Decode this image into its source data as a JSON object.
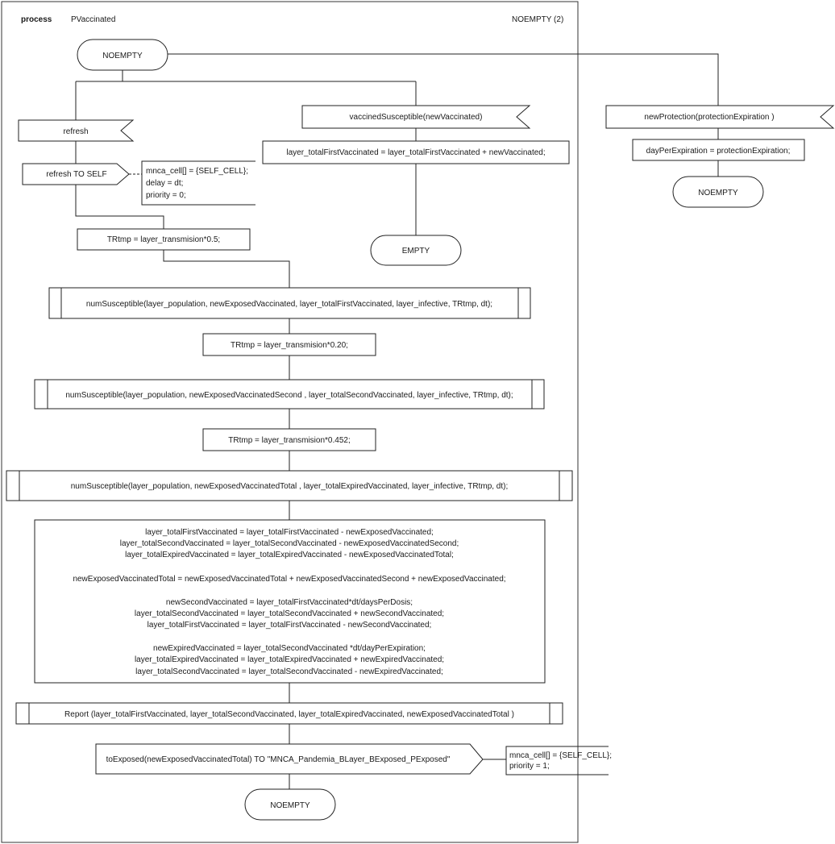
{
  "header": {
    "keyword": "process",
    "name": "PVaccinated",
    "page_ref": "NOEMPTY (2)"
  },
  "states": {
    "top": "NOEMPTY",
    "empty": "EMPTY",
    "right": "NOEMPTY",
    "bottom": "NOEMPTY"
  },
  "inputs": {
    "refresh": "refresh",
    "vaccined": "vaccinedSusceptible(newVaccinated)",
    "new_protection": "newProtection(protectionExpiration )"
  },
  "outputs": {
    "refresh_self": "refresh TO SELF",
    "to_exposed": "toExposed(newExposedVaccinatedTotal) TO \"MNCA_Pandemia_BLayer_BExposed_PExposed\""
  },
  "comments": {
    "refresh_comment": [
      "mnca_cell[] = {SELF_CELL};",
      "delay = dt;",
      "priority = 0;"
    ],
    "exposed_comment": [
      "mnca_cell[] = {SELF_CELL};",
      "priority = 1;"
    ]
  },
  "tasks": {
    "total_first": "layer_totalFirstVaccinated = layer_totalFirstVaccinated + newVaccinated;",
    "day_per_expiration": "dayPerExpiration = protectionExpiration;",
    "trtmp_1": "TRtmp  = layer_transmision*0.5;",
    "trtmp_2": "TRtmp  = layer_transmision*0.20;",
    "trtmp_3": "TRtmp  = layer_transmision*0.452;",
    "big_block": [
      "layer_totalFirstVaccinated = layer_totalFirstVaccinated - newExposedVaccinated;",
      "layer_totalSecondVaccinated = layer_totalSecondVaccinated - newExposedVaccinatedSecond;",
      "layer_totalExpiredVaccinated = layer_totalExpiredVaccinated - newExposedVaccinatedTotal;",
      "",
      "newExposedVaccinatedTotal = newExposedVaccinatedTotal + newExposedVaccinatedSecond  + newExposedVaccinated;",
      "",
      "newSecondVaccinated = layer_totalFirstVaccinated*dt/daysPerDosis;",
      "layer_totalSecondVaccinated = layer_totalSecondVaccinated + newSecondVaccinated;",
      "layer_totalFirstVaccinated = layer_totalFirstVaccinated - newSecondVaccinated;",
      "",
      "newExpiredVaccinated = layer_totalSecondVaccinated *dt/dayPerExpiration;",
      "layer_totalExpiredVaccinated = layer_totalExpiredVaccinated + newExpiredVaccinated;",
      "layer_totalSecondVaccinated = layer_totalSecondVaccinated - newExpiredVaccinated;"
    ]
  },
  "procedures": {
    "num_1": "numSusceptible(layer_population, newExposedVaccinated, layer_totalFirstVaccinated, layer_infective, TRtmp, dt);",
    "num_2": "numSusceptible(layer_population, newExposedVaccinatedSecond , layer_totalSecondVaccinated, layer_infective, TRtmp, dt);",
    "num_3": "numSusceptible(layer_population, newExposedVaccinatedTotal , layer_totalExpiredVaccinated, layer_infective, TRtmp, dt);",
    "report": "Report (layer_totalFirstVaccinated, layer_totalSecondVaccinated, layer_totalExpiredVaccinated, newExposedVaccinatedTotal )"
  }
}
